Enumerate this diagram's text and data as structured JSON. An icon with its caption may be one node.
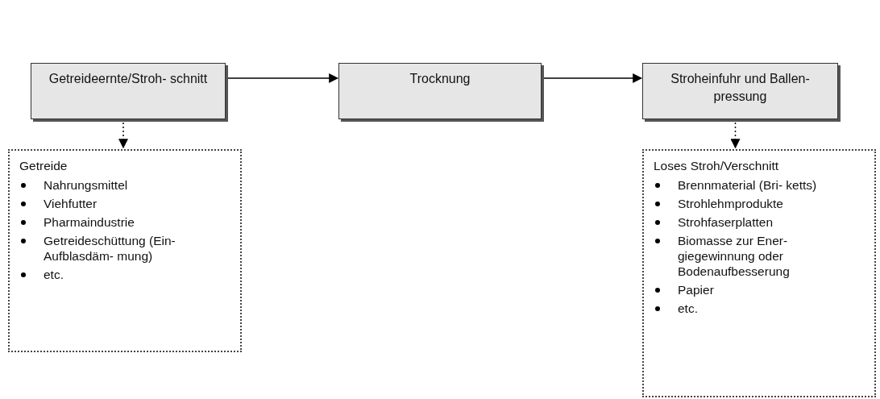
{
  "diagram": {
    "nodes": [
      {
        "text": [
          "Getreideernte/Stroh- schnitt"
        ]
      },
      {
        "text": [
          "Trocknung"
        ]
      },
      {
        "text": [
          "Stroheinfuhr und Ballen- pressung"
        ]
      },
      {
        "text": [
          "Getreide",
          "Nahrungsmittel",
          "Viehfutter",
          "Pharmaindustrie",
          "Getreideschüttung (Ein-Aufblasdäm- mung)",
          "etc."
        ]
      },
      {
        "text": [
          "Loses Stroh/Verschnitt",
          "Brennmaterial (Bri- ketts)",
          "Strohlehmprodukte",
          "Strohfaserplatten",
          "Biomasse zur Ener- giegewinnung oder Bodenaufbesserung",
          "Papier",
          "etc."
        ]
      }
    ],
    "edges": [
      {
        "from": 0,
        "to": 1,
        "arrow": "to"
      },
      {
        "from": 1,
        "to": 2,
        "arrow": "to"
      },
      {
        "from": 0,
        "to": 3,
        "arrow": "to",
        "style": "dashed"
      },
      {
        "from": 2,
        "to": 4,
        "arrow": "to",
        "style": "dashed"
      }
    ]
  }
}
